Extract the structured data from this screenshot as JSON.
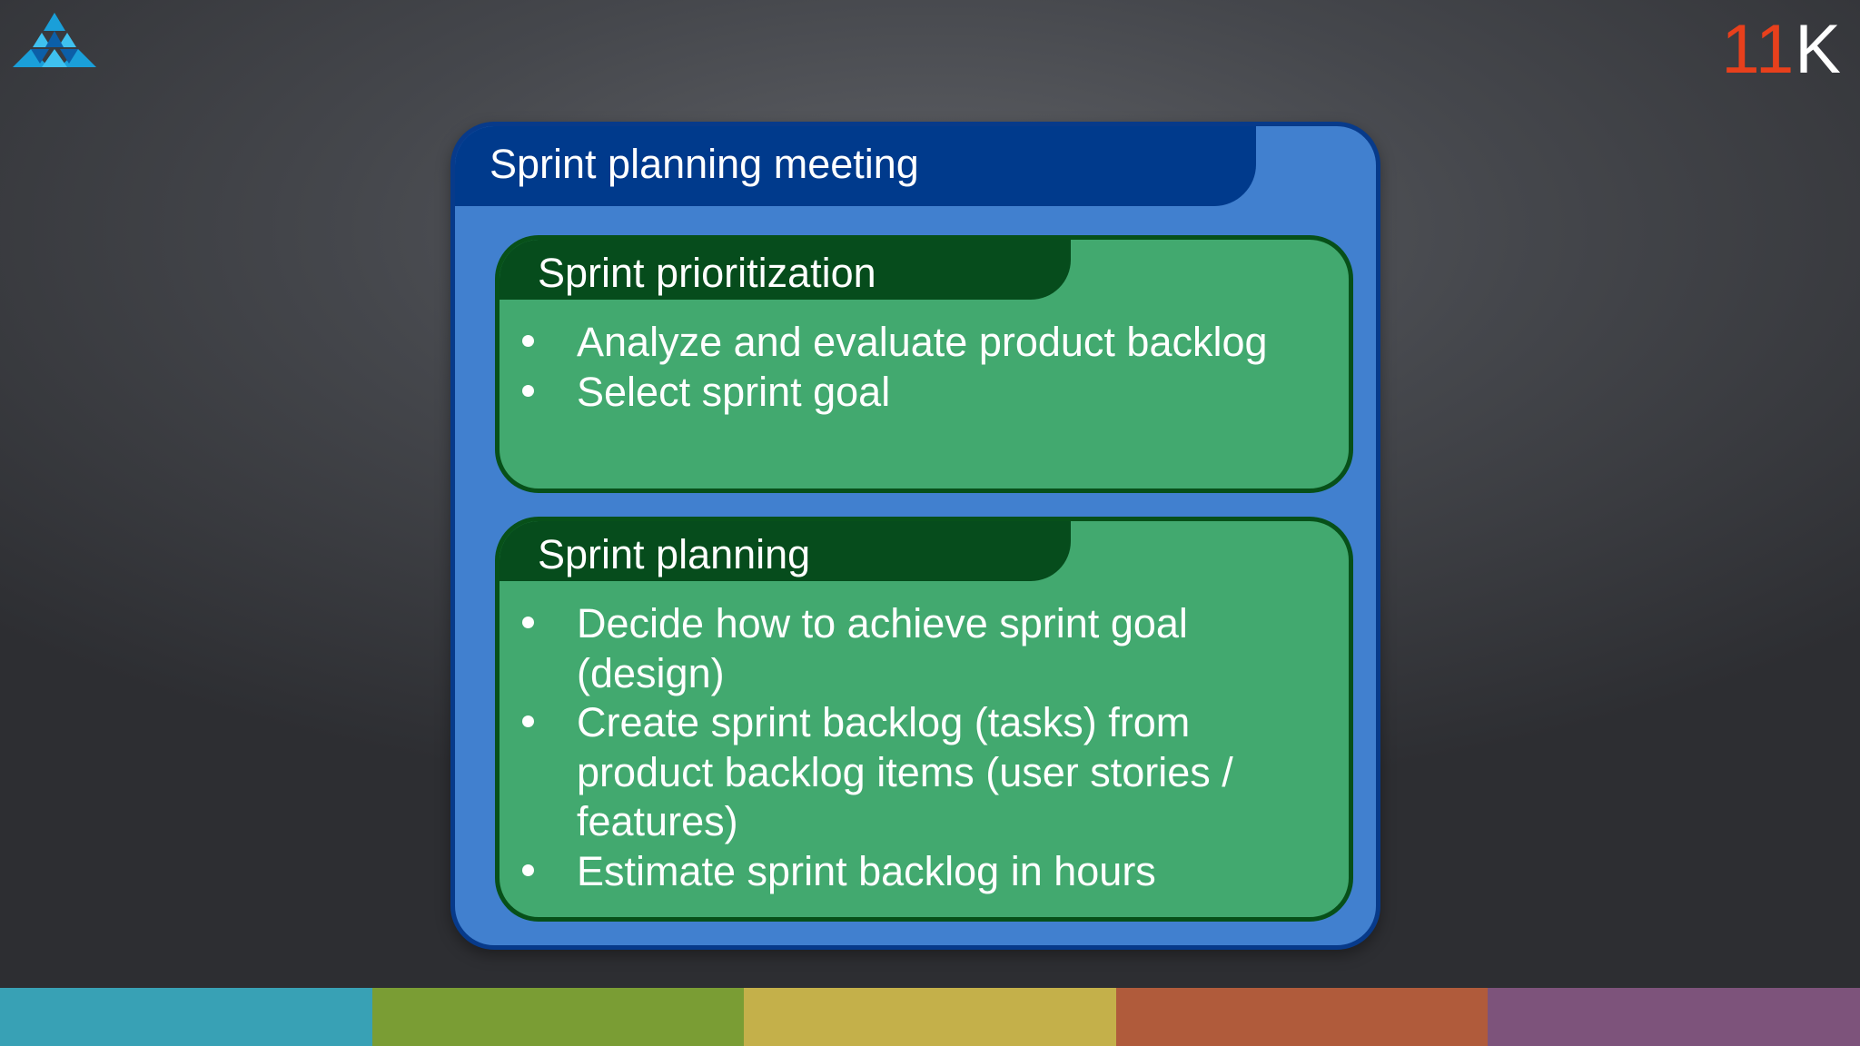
{
  "brand": {
    "number": "11",
    "letter": "K",
    "number_color": "#e8401c",
    "letter_color": "#ffffff"
  },
  "logo": {
    "icon": "triangle-logo-icon",
    "colors": [
      "#1a9fd9",
      "#0c5fa8",
      "#3fc1ef"
    ]
  },
  "panel": {
    "title": "Sprint planning meeting",
    "fill_color": "#4180cf",
    "header_color": "#003a8c"
  },
  "cards": [
    {
      "title": "Sprint prioritization",
      "bullets": [
        "Analyze and evaluate product backlog",
        "Select sprint goal"
      ]
    },
    {
      "title": "Sprint planning",
      "bullets": [
        "Decide how to achieve sprint goal (design)",
        "Create sprint backlog (tasks) from product backlog items (user stories / features)",
        "Estimate sprint backlog in hours"
      ]
    }
  ],
  "card_style": {
    "fill_color": "#42a96f",
    "header_color": "#064c1c"
  },
  "bottom_bar_colors": [
    "#38a1b5",
    "#7a9d34",
    "#c4b04a",
    "#b05b3b",
    "#7d537b"
  ]
}
